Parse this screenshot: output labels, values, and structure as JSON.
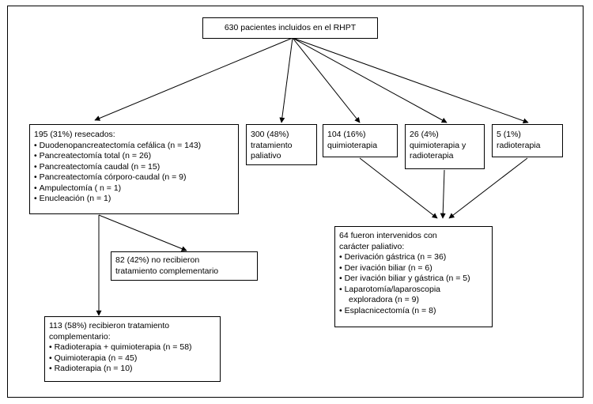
{
  "root": {
    "text": "630 pacientes incluidos en el RHPT"
  },
  "resected": {
    "title": "195 (31%) resecados:",
    "items": [
      "Duodenopancreatectomía cefálica (n = 143)",
      "Pancreatectomía total (n = 26)",
      "Pancreatectomía caudal (n = 15)",
      "Pancreatectomía córporo-caudal (n = 9)",
      "Ampulectomía ( n = 1)",
      "Enucleación (n = 1)"
    ]
  },
  "palliative": {
    "line1": "300 (48%)",
    "line2": "tratamiento",
    "line3": "paliativo"
  },
  "chemo": {
    "line1": "104 (16%)",
    "line2": "quimioterapia"
  },
  "chemoradio": {
    "line1": "26 (4%)",
    "line2": "quimioterapia y",
    "line3": "radioterapia"
  },
  "radio": {
    "line1": "5 (1%)",
    "line2": "radioterapia"
  },
  "no_treatment": {
    "line1": "82 (42%) no recibieron",
    "line2": "tratamiento complementario"
  },
  "treatment": {
    "line1": "113 (58%) recibieron tratamiento",
    "line2": "complementario:",
    "items": [
      "Radioterapia + quimioterapia (n = 58)",
      "Quimioterapia (n = 45)",
      "Radioterapia (n = 10)"
    ]
  },
  "intervened": {
    "line1": "64 fueron intervenidos con",
    "line2": "carácter paliativo:",
    "items": [
      "Derivación gástrica (n = 36)",
      "Der ivación biliar (n = 6)",
      "Der ivación biliar y gástrica (n = 5)",
      "Laparotomía/laparoscopia"
    ],
    "item_cont": "exploradora (n = 9)",
    "last_item": "Esplacnicectomía (n = 8)"
  }
}
